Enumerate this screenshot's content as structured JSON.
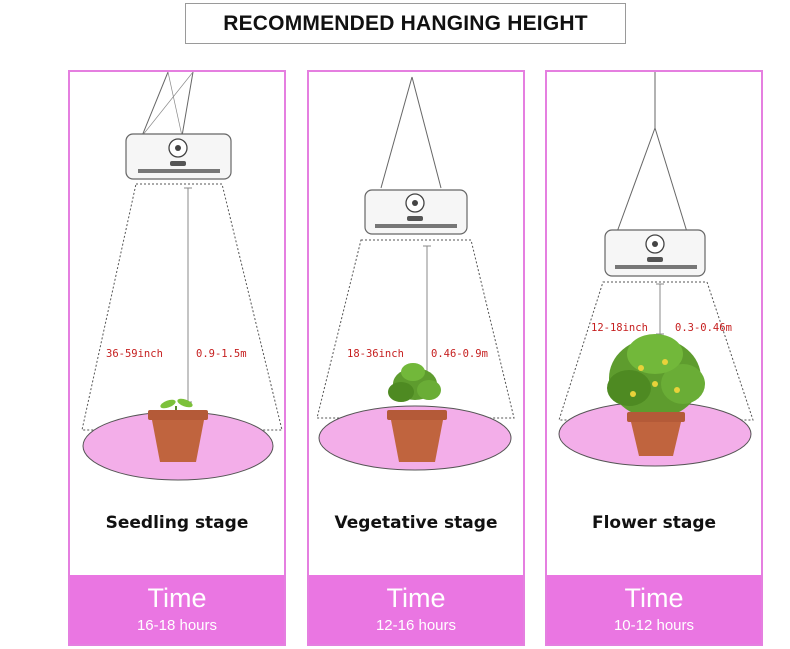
{
  "header": {
    "title": "RECOMMENDED HANGING HEIGHT"
  },
  "stages": [
    {
      "name": "Seedling stage",
      "height_inch": "36-59inch",
      "height_m": "0.9-1.5m",
      "time_label": "Time",
      "hours": "16-18 hours"
    },
    {
      "name": "Vegetative stage",
      "height_inch": "18-36inch",
      "height_m": "0.46-0.9m",
      "time_label": "Time",
      "hours": "12-16 hours"
    },
    {
      "name": "Flower stage",
      "height_inch": "12-18inch",
      "height_m": "0.3-0.46m",
      "time_label": "Time",
      "hours": "10-12 hours"
    }
  ],
  "colors": {
    "panel_border": "#e57fe0",
    "footer_bg": "#ea76e2",
    "light_circle": "#f3aee9",
    "measure_text": "#c62020",
    "pot": "#b45a38"
  }
}
